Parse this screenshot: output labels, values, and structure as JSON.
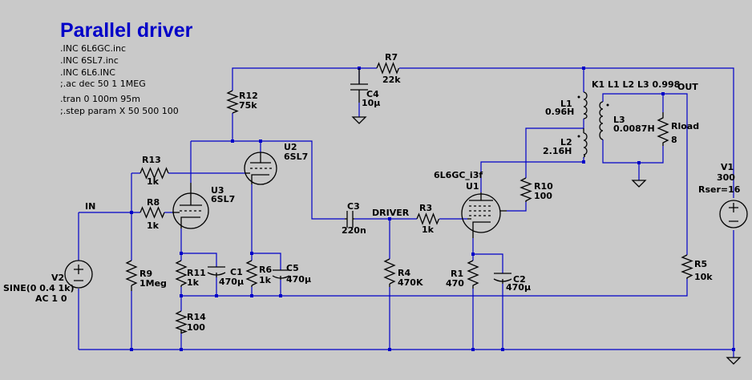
{
  "title": "Parallel driver",
  "directives": [
    ".INC 6L6GC.inc",
    ".INC 6SL7.inc",
    ".INC 6L6.INC",
    ";.ac dec 50 1 1MEG",
    ".tran 0 100m 95m",
    ";.step param X 50 500 100"
  ],
  "coupling": "K1 L1 L2 L3 0.998",
  "nets": {
    "in": "IN",
    "driver": "DRIVER",
    "out": "OUT"
  },
  "components": {
    "R7": {
      "name": "R7",
      "value": "22k"
    },
    "C4": {
      "name": "C4",
      "value": "10µ"
    },
    "R12": {
      "name": "R12",
      "value": "75k"
    },
    "U2": {
      "name": "U2",
      "value": "6SL7"
    },
    "R13": {
      "name": "R13",
      "value": "1k"
    },
    "U3": {
      "name": "U3",
      "value": "6SL7"
    },
    "R8": {
      "name": "R8",
      "value": "1k"
    },
    "C3": {
      "name": "C3",
      "value": "220n"
    },
    "R3": {
      "name": "R3",
      "value": "1k"
    },
    "U1": {
      "name": "U1",
      "model": "6L6GC_i3f"
    },
    "R10": {
      "name": "R10",
      "value": "100"
    },
    "L1": {
      "name": "L1",
      "value": "0.96H"
    },
    "L2": {
      "name": "L2",
      "value": "2.16H"
    },
    "L3": {
      "name": "L3",
      "value": "0.0087H"
    },
    "Rload": {
      "name": "Rload",
      "value": "8"
    },
    "V1": {
      "name": "V1",
      "value": "300",
      "extra": "Rser=16"
    },
    "R5": {
      "name": "R5",
      "value": "10k"
    },
    "V2": {
      "name": "V2",
      "value": "SINE(0 0.4 1k)",
      "extra": "AC 1 0"
    },
    "R9": {
      "name": "R9",
      "value": "1Meg"
    },
    "R11": {
      "name": "R11",
      "value": "1k"
    },
    "C1": {
      "name": "C1",
      "value": "470µ"
    },
    "R6": {
      "name": "R6",
      "value": "1k"
    },
    "C5": {
      "name": "C5",
      "value": "470µ"
    },
    "R4": {
      "name": "R4",
      "value": "470K"
    },
    "R1": {
      "name": "R1",
      "value": "470"
    },
    "C2": {
      "name": "C2",
      "value": "470µ"
    },
    "R14": {
      "name": "R14",
      "value": "100"
    }
  }
}
